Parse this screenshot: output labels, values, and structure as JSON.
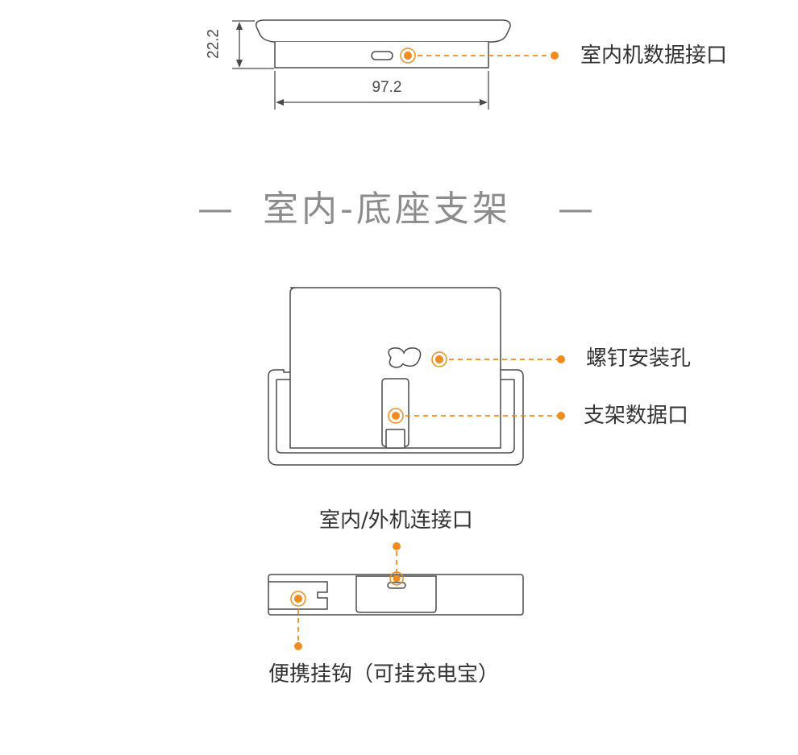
{
  "colors": {
    "accent": "#f08c1e",
    "outline": "#4a4a4a",
    "heading": "#8c8c8c",
    "text": "#333333"
  },
  "top_view": {
    "dimension_height": "22.2",
    "dimension_width": "97.2",
    "port_label": "室内机数据接口"
  },
  "section_title": {
    "dash_left": "—",
    "text": "室内-底座支架",
    "dash_right": "—"
  },
  "bracket_front": {
    "screw_hole_label": "螺钉安装孔",
    "bracket_port_label": "支架数据口"
  },
  "bracket_side": {
    "connector_label": "室内/外机连接口",
    "hook_label": "便携挂钩（可挂充电宝）"
  }
}
